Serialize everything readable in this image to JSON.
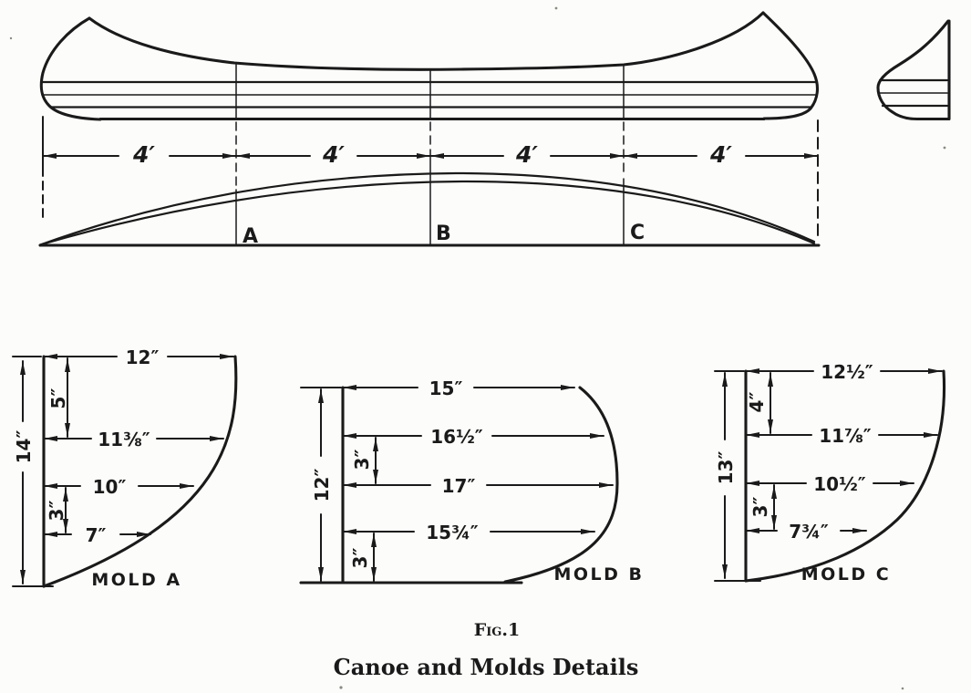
{
  "colors": {
    "ink": "#1a1a1a",
    "paper": "#fcfcfa"
  },
  "figure": {
    "fig_label": "Fig.1",
    "caption": "Canoe and Molds Details"
  },
  "layout_views": {
    "spacing_labels": [
      "4′",
      "4′",
      "4′",
      "4′"
    ],
    "station_labels": [
      "A",
      "B",
      "C"
    ]
  },
  "molds": [
    {
      "name": "MOLD A",
      "height": "14″",
      "w1": "12″",
      "w2": "11⅜″",
      "w3": "10″",
      "w4": "7″",
      "o1": "5″",
      "o2": "3″"
    },
    {
      "name": "MOLD B",
      "height": "12″",
      "w1": "15″",
      "w2": "16½″",
      "w3": "17″",
      "w4": "15¾″",
      "o1": "3″",
      "o2": "3″"
    },
    {
      "name": "MOLD C",
      "height": "13″",
      "w1": "12½″",
      "w2": "11⅞″",
      "w3": "10½″",
      "w4": "7¾″",
      "o1": "4″",
      "o2": "3″"
    }
  ]
}
